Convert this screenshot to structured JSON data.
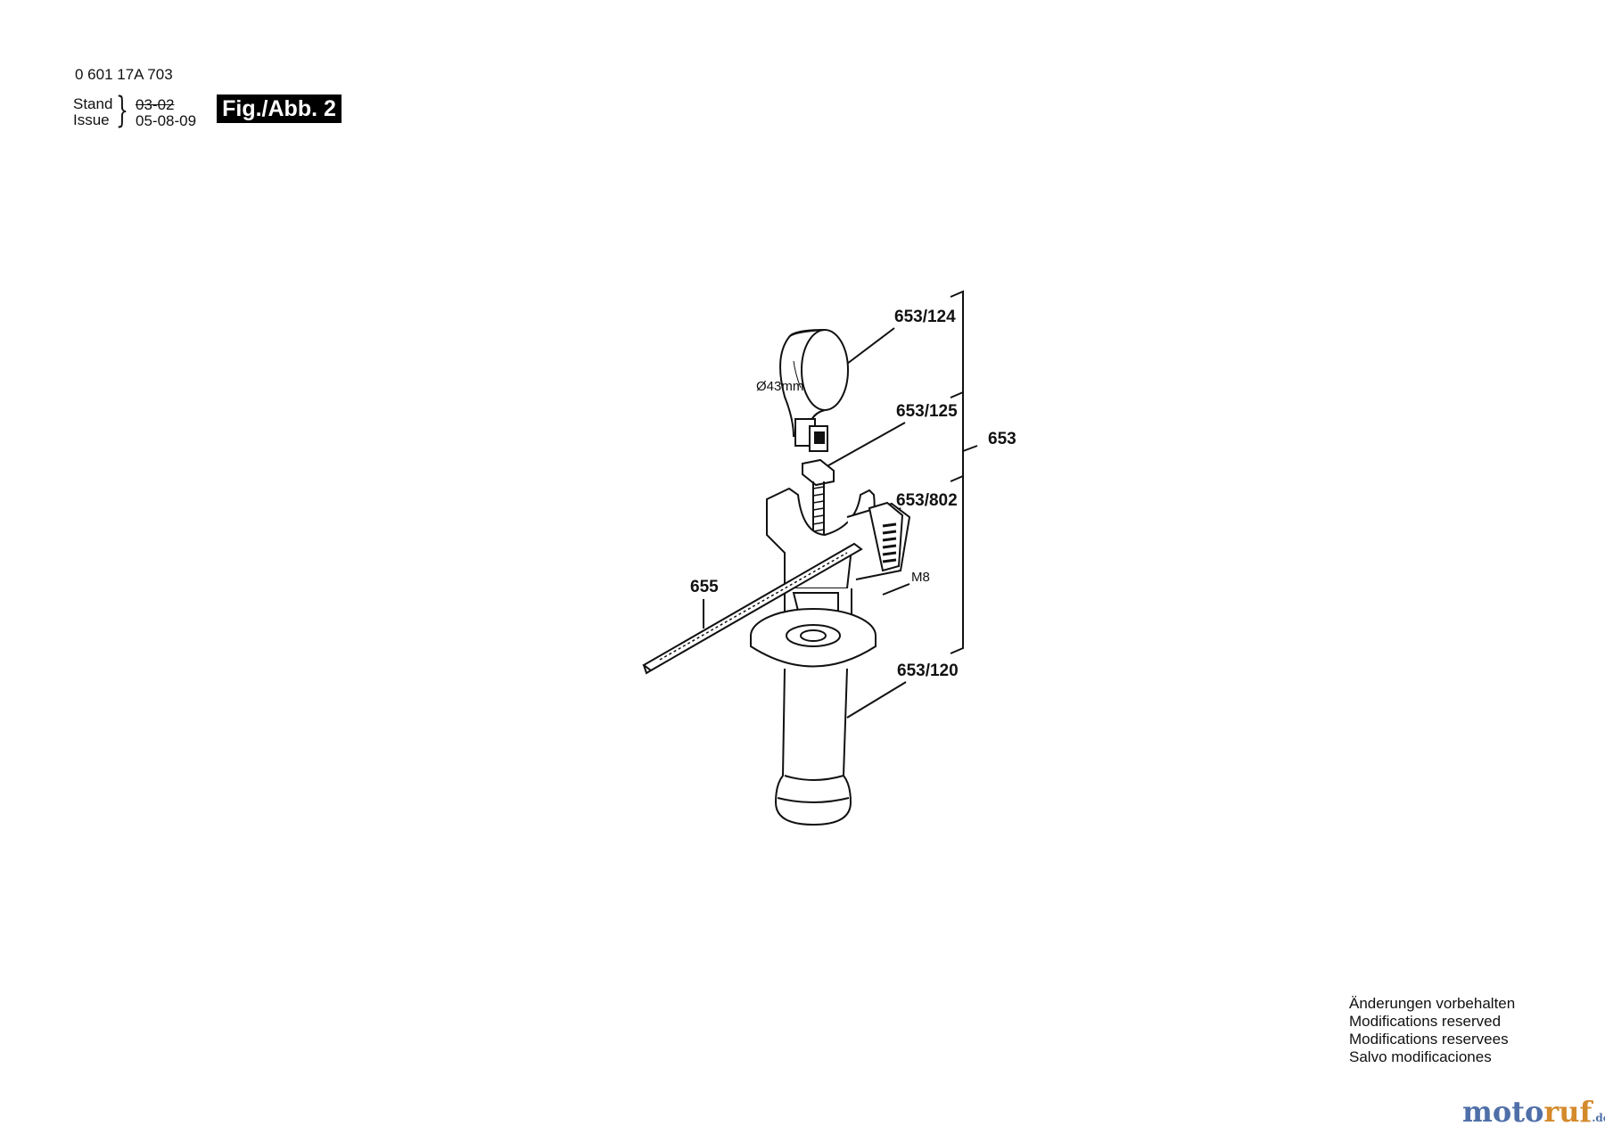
{
  "header": {
    "part_number": "0 601 17A 703",
    "stand_label": "Stand",
    "issue_label": "Issue",
    "old_date": "03-02",
    "new_date": "05-08-09",
    "figure_label": "Fig./Abb. 2"
  },
  "callouts": {
    "c653_124": "653/124",
    "c653_125": "653/125",
    "c653": "653",
    "c653_802": "653/802",
    "c655": "655",
    "c653_120": "653/120",
    "diameter": "Ø43mm",
    "thread": "M8"
  },
  "footer": {
    "line1": "Änderungen vorbehalten",
    "line2": "Modifications reserved",
    "line3": "Modifications reservees",
    "line4": "Salvo modificaciones"
  },
  "brand": {
    "part1": "moto",
    "part2": "ruf",
    "tld": ".de"
  }
}
